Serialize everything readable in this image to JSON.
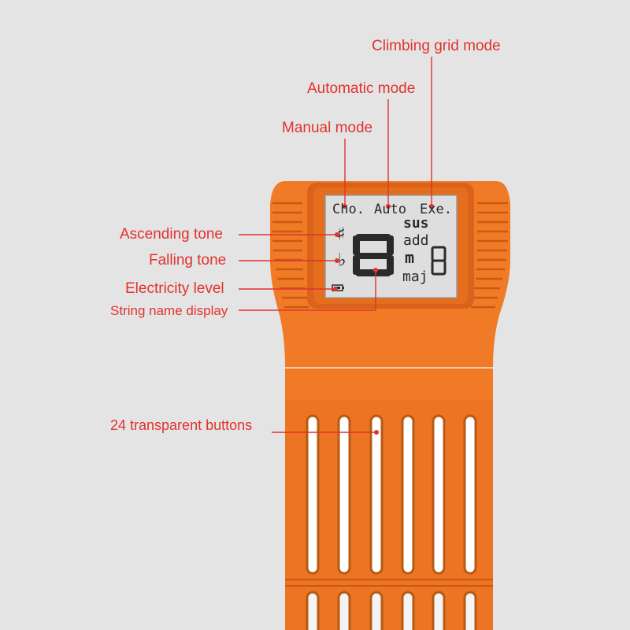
{
  "callouts": {
    "climbing_grid": "Climbing grid mode",
    "automatic": "Automatic mode",
    "manual": "Manual mode",
    "ascending": "Ascending tone",
    "falling": "Falling tone",
    "electricity": "Electricity level",
    "string_name": "String name display",
    "buttons": "24 transparent buttons"
  },
  "lcd": {
    "mode_cho": "Cho.",
    "mode_auto": "Auto",
    "mode_exe": "Exe.",
    "sharp": "♯",
    "flat": "♭",
    "big_digit": "8",
    "chord_sus": "sus",
    "chord_add": "add",
    "chord_m": "m",
    "chord_maj": "maj",
    "small_digit": "8"
  },
  "colors": {
    "body": "#f07a26",
    "body_dark": "#d9631a",
    "label": "#e2322e",
    "lcd_bg": "#dedede"
  },
  "buttons_count": 24
}
